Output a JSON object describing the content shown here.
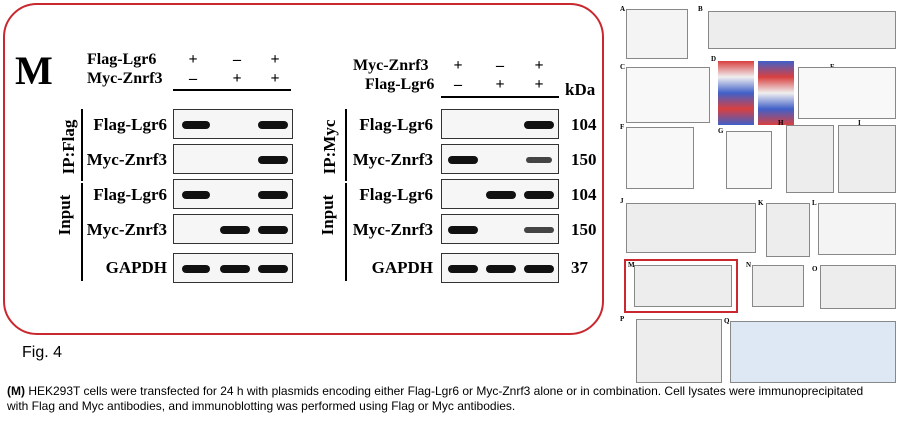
{
  "panel_letter": "M",
  "left_panel": {
    "rows": [
      {
        "label": "Flag-Lgr6",
        "symbols": [
          "+",
          "–",
          "+"
        ]
      },
      {
        "label": "Myc-Znrf3",
        "symbols": [
          "–",
          "+",
          "+"
        ]
      }
    ],
    "ip_label": "IP:Flag",
    "input_label": "Input",
    "blots": [
      "Flag-Lgr6",
      "Myc-Znrf3",
      "Flag-Lgr6",
      "Myc-Znrf3",
      "GAPDH"
    ]
  },
  "right_panel": {
    "rows": [
      {
        "label": "Myc-Znrf3",
        "symbols": [
          "+",
          "–",
          "+"
        ]
      },
      {
        "label": "Flag-Lgr6",
        "symbols": [
          "–",
          "+",
          "+"
        ]
      }
    ],
    "ip_label": "IP:Myc",
    "input_label": "Input",
    "blots": [
      "Flag-Lgr6",
      "Myc-Znrf3",
      "Flag-Lgr6",
      "Myc-Znrf3",
      "GAPDH"
    ],
    "kda_header": "kDa",
    "kda_values": [
      "104",
      "150",
      "104",
      "150",
      "37"
    ]
  },
  "figure_label": "Fig. 4",
  "caption": {
    "lead": "(M)",
    "text": " HEK293T cells were transfected for 24 h with plasmids encoding either Flag-Lgr6 or Myc-Znrf3 alone or in combination. Cell lysates were immunoprecipitated with Flag and Myc antibodies, and immunoblotting was performed using Flag or Myc antibodies."
  },
  "thumbnail": {
    "letters": [
      "A",
      "B",
      "C",
      "D",
      "E",
      "F",
      "G",
      "H",
      "I",
      "J",
      "K",
      "L",
      "M",
      "N",
      "O",
      "P",
      "Q"
    ]
  },
  "colors": {
    "accent": "#c8282e"
  }
}
